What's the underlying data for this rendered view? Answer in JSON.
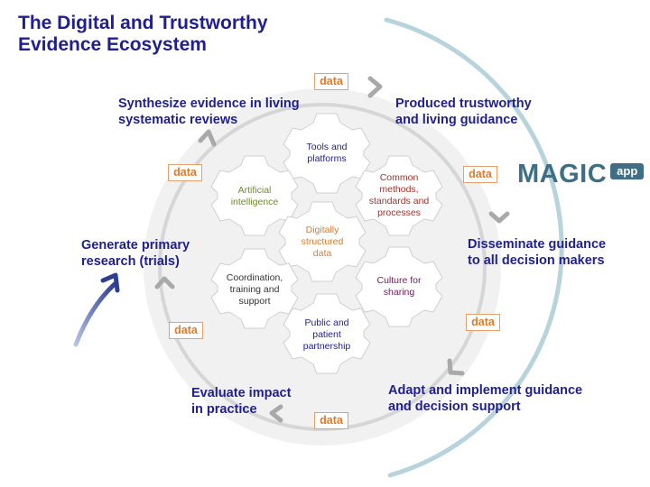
{
  "title": {
    "line1": "The Digital and Trustworthy",
    "line2": "Evidence Ecosystem"
  },
  "steps": {
    "synthesize": {
      "line1": "Synthesize evidence in living",
      "line2": "systematic reviews"
    },
    "produced": {
      "line1": "Produced trustworthy",
      "line2": "and living guidance"
    },
    "disseminate": {
      "line1": "Disseminate guidance",
      "line2": "to all decision makers"
    },
    "adapt": {
      "line1": "Adapt and implement guidance",
      "line2": "and decision support"
    },
    "evaluate": {
      "line1": "Evaluate impact",
      "line2": "in practice"
    },
    "generate": {
      "line1": "Generate primary",
      "line2": "research (trials)"
    }
  },
  "data_label": "data",
  "gears": {
    "tools": {
      "lines": [
        "Tools and",
        "platforms"
      ],
      "color": "#1f1f8f"
    },
    "common": {
      "lines": [
        "Common",
        "methods,",
        "standards and",
        "processes"
      ],
      "color": "#a0332b"
    },
    "ai": {
      "lines": [
        "Artificial",
        "intelligence"
      ],
      "color": "#6d8a2f"
    },
    "center": {
      "lines": [
        "Digitally",
        "structured",
        "data"
      ],
      "color": "#e07b2a"
    },
    "coordination": {
      "lines": [
        "Coordination,",
        "training and",
        "support"
      ],
      "color": "#333333"
    },
    "culture": {
      "lines": [
        "Culture for",
        "sharing"
      ],
      "color": "#6b1d5c"
    },
    "public": {
      "lines": [
        "Public and",
        "patient",
        "partnership"
      ],
      "color": "#1f1f8f"
    }
  },
  "logo": {
    "name": "MAGIC",
    "badge": "app",
    "color": "#3f6e85"
  },
  "colors": {
    "title": "#1f1f8f",
    "data_text": "#e07b2a",
    "data_border": "#e8a06a",
    "outer_arc": "#b7d3dc",
    "cycle_ring": "#d9d9d9",
    "disc": "#f2f2f2",
    "entry_arrow": "#5b6fb5"
  }
}
